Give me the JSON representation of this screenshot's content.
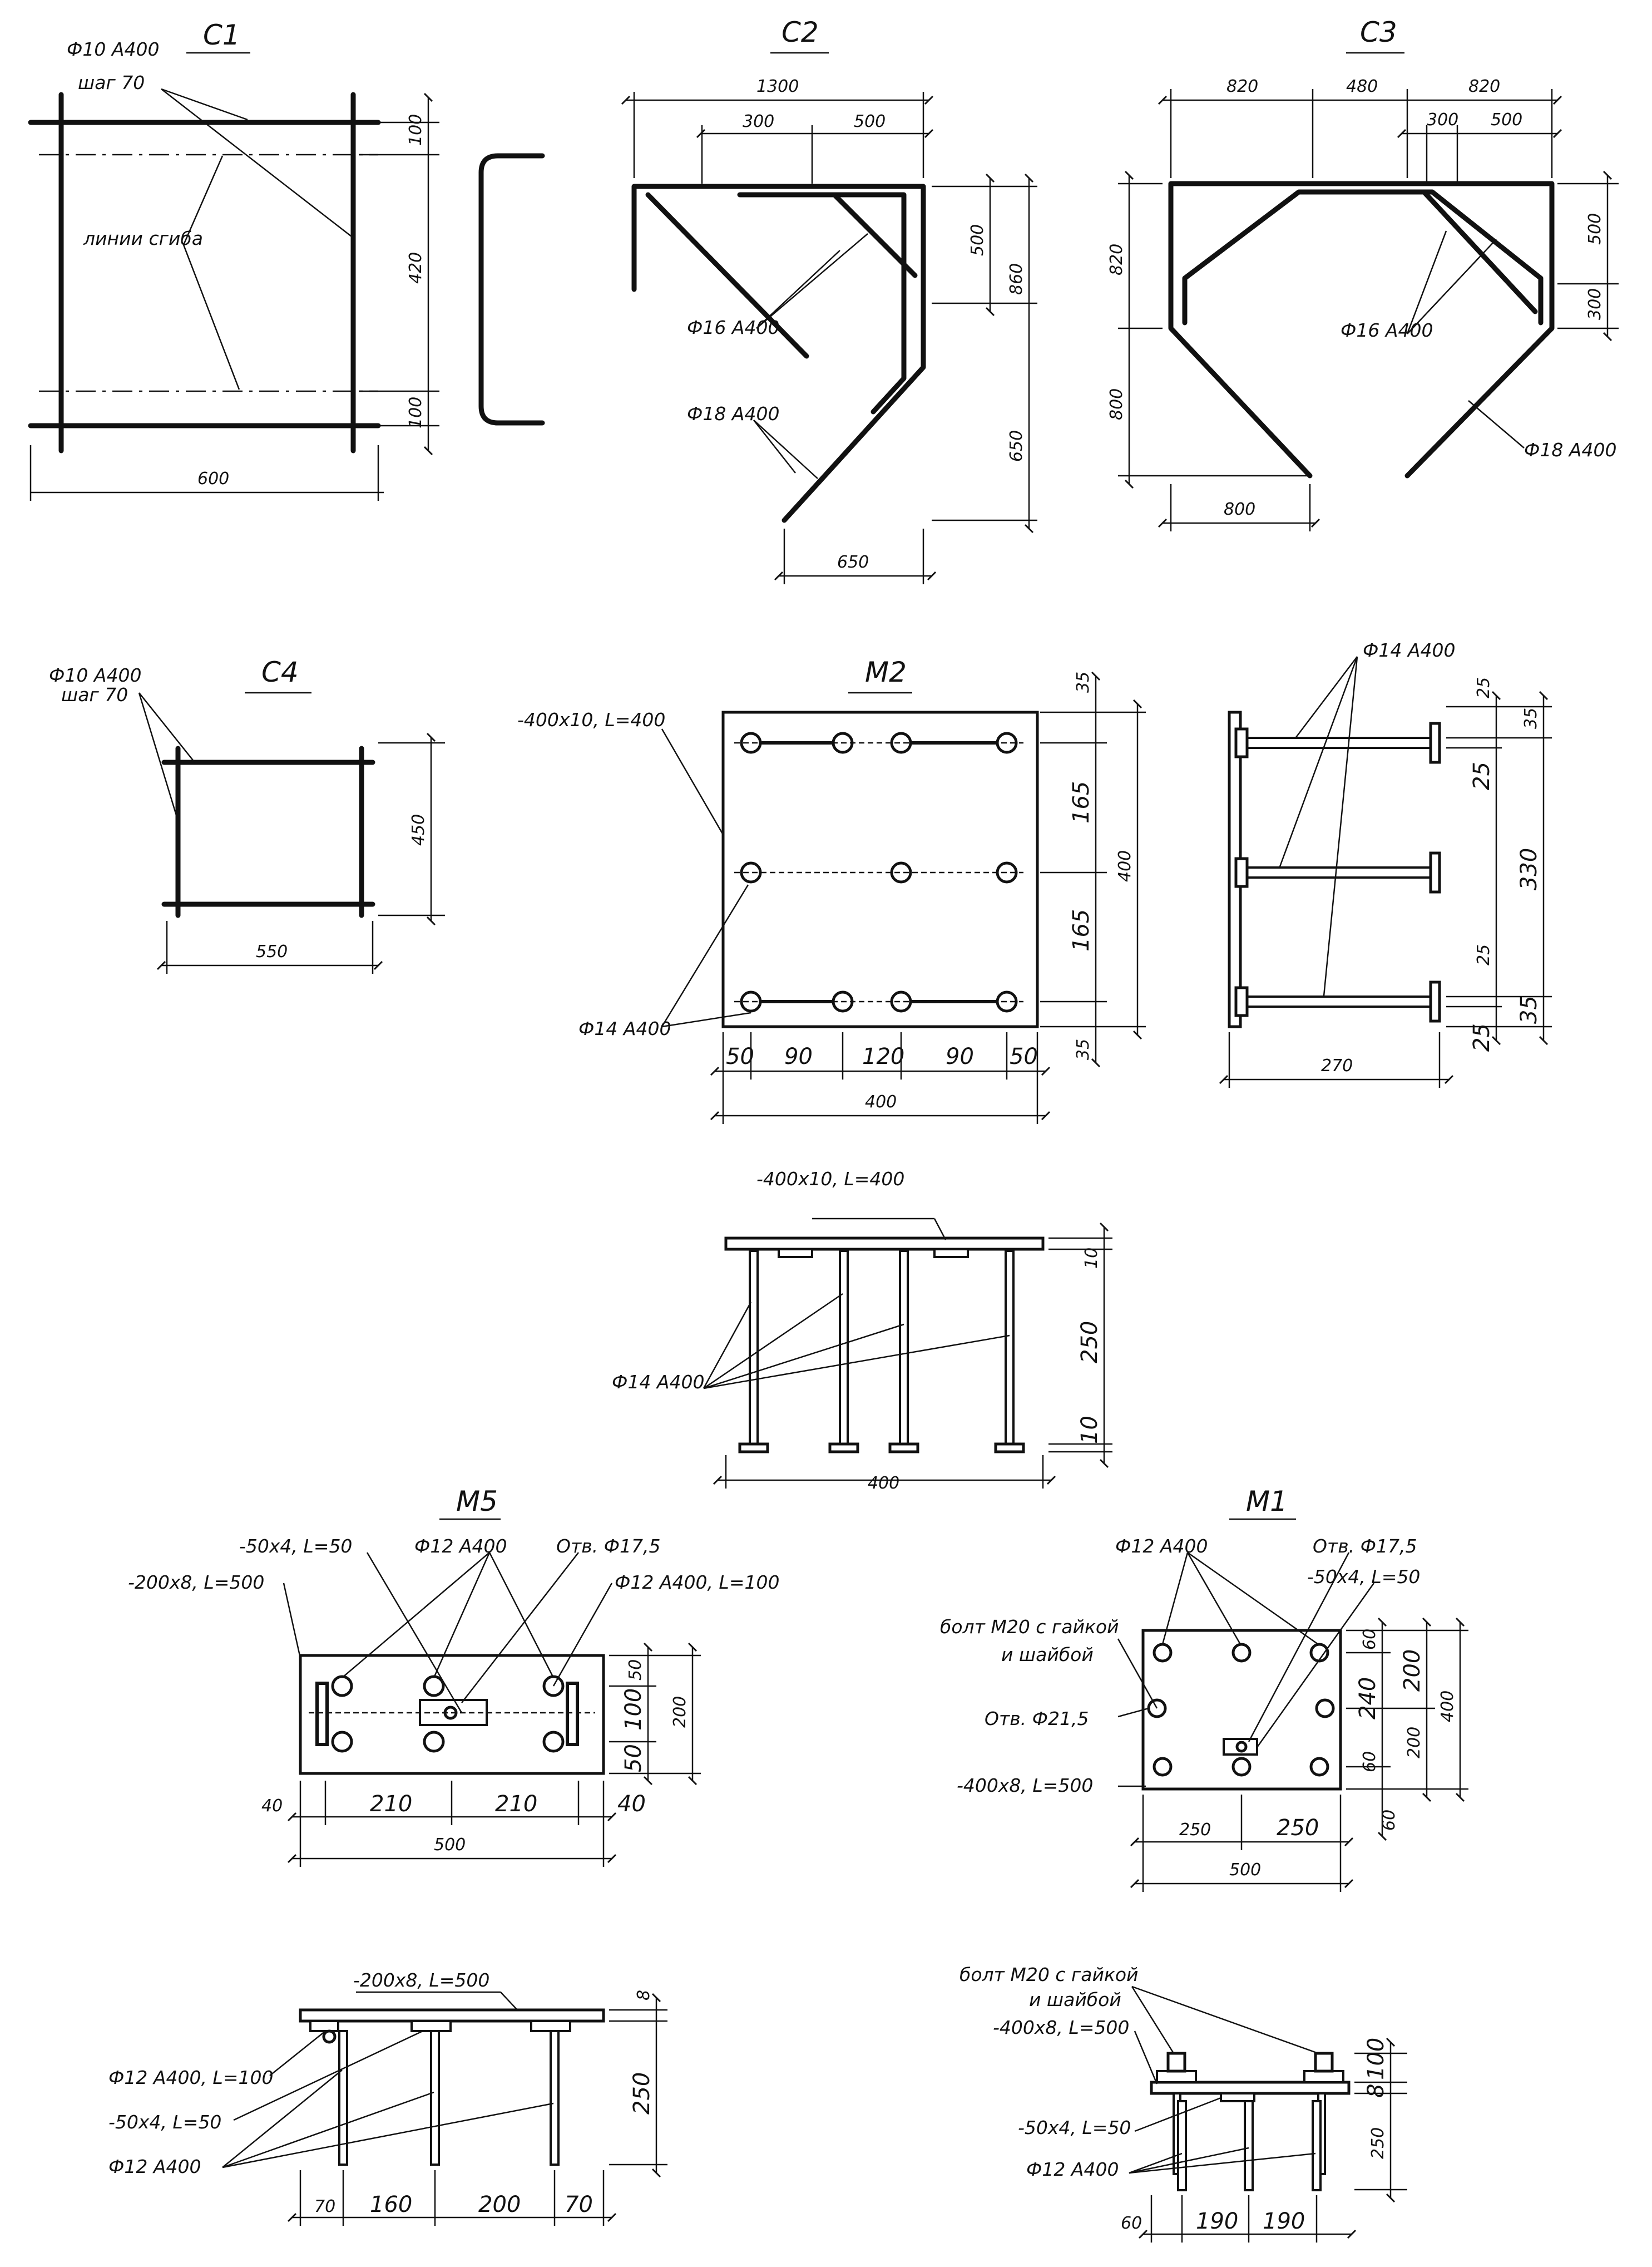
{
  "C1": {
    "title": "C1",
    "bar": "Ф10 А400",
    "step": "шаг 70",
    "bend": "линии сгиба",
    "dims": {
      "top": "100",
      "mid": "420",
      "bottom": "100",
      "width": "600"
    }
  },
  "C2": {
    "title": "C2",
    "bar16": "Ф16 А400",
    "bar18": "Ф18 А400",
    "dims": {
      "w1300": "1300",
      "w300": "300",
      "w500": "500",
      "v500": "500",
      "v860": "860",
      "v650": "650",
      "w650": "650"
    }
  },
  "C3": {
    "title": "C3",
    "bar16": "Ф16 А400",
    "bar18": "Ф18 А400",
    "dims": {
      "w820a": "820",
      "w480": "480",
      "w820b": "820",
      "w300": "300",
      "w500": "500",
      "v820": "820",
      "v800": "800",
      "v500": "500",
      "v300": "300",
      "w800": "800"
    }
  },
  "C4": {
    "title": "C4",
    "bar": "Ф10 А400",
    "step": "шаг 70",
    "dims": {
      "height": "450",
      "width": "550"
    }
  },
  "M2": {
    "title": "M2",
    "plate": "-400x10, L=400",
    "bar": "Ф14 А400",
    "plan_dims": {
      "v35a": "35",
      "v165a": "165",
      "v165b": "165",
      "v35b": "35",
      "v400": "400",
      "h50a": "50",
      "h90a": "90",
      "h120": "120",
      "h90b": "90",
      "h50b": "50",
      "h400": "400"
    },
    "side_dims": {
      "s25a": "25",
      "s35a": "35",
      "s25b": "25",
      "s330": "330",
      "s25c": "25",
      "s35b": "35",
      "s25d": "25",
      "s270": "270"
    },
    "elev_plate": "-400x10, L=400",
    "elev_bar": "Ф14 А400",
    "elev_dims": {
      "v10a": "10",
      "v250": "250",
      "v10b": "10",
      "h400": "400"
    }
  },
  "M5": {
    "title": "M5",
    "tab": "-50x4, L=50",
    "bar": "Ф12 А400",
    "hole": "Отв. Ф17,5",
    "plate": "-200x8, L=500",
    "bar100": "Ф12 А400, L=100",
    "plan_dims": {
      "v50a": "50",
      "v100": "100",
      "v50b": "50",
      "v200": "200",
      "h40a": "40",
      "h210a": "210",
      "h210b": "210",
      "h40b": "40",
      "h500": "500"
    },
    "elev_plate": "-200x8, L=500",
    "elev_bar100": "Ф12 А400, L=100",
    "elev_tab": "-50x4, L=50",
    "elev_bar": "Ф12 А400",
    "elev_dims": {
      "v8": "8",
      "v250": "250",
      "h70a": "70",
      "h160": "160",
      "h200": "200",
      "h70b": "70"
    }
  },
  "M1": {
    "title": "M1",
    "bar": "Ф12 А400",
    "hole": "Отв. Ф17,5",
    "tab": "-50x4, L=50",
    "bolt1": "болт М20 с гайкой",
    "bolt2": "и шайбой",
    "hole21": "Отв. Ф21,5",
    "plate": "-400x8, L=500",
    "plan_dims": {
      "v60a": "60",
      "v240": "240",
      "v60b": "60",
      "v200a": "200",
      "v200b": "200",
      "v400": "400",
      "v60c": "60",
      "h250a": "250",
      "h250b": "250",
      "h500": "500"
    },
    "elev_bolt1": "болт М20 с гайкой",
    "elev_bolt2": "и шайбой",
    "elev_plate": "-400x8, L=500",
    "elev_tab": "-50x4, L=50",
    "elev_bar": "Ф12 А400",
    "elev_dims": {
      "v100": "100",
      "v8": "8",
      "v250": "250",
      "h60": "60",
      "h190a": "190",
      "h190b": "190"
    }
  }
}
